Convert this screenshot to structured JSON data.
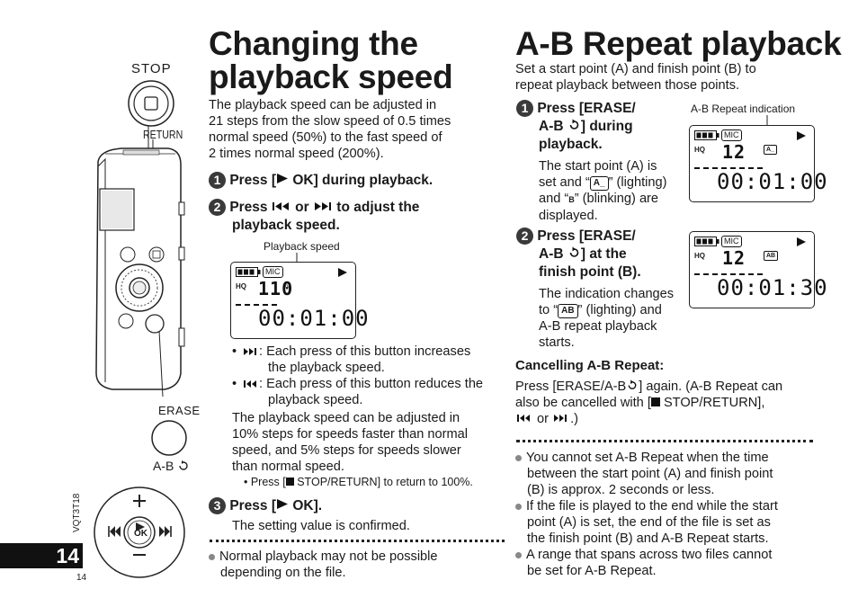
{
  "device": {
    "stop_label": "STOP",
    "return_label": "RETURN",
    "erase_label": "ERASE",
    "ab_label": "A-B",
    "ok_label": "OK",
    "model_code": "VQT3T18"
  },
  "page": {
    "number_box": "14",
    "number_small": "14"
  },
  "left": {
    "title_line1": "Changing the",
    "title_line2": "playback speed",
    "intro_lines": [
      "The playback speed can be adjusted in",
      "21 steps from the slow speed of 0.5 times",
      "normal speed (50%) to the fast speed of",
      "2 times normal speed (200%)."
    ],
    "step1": {
      "num": "1",
      "pre": "Press [",
      "post": " OK] during playback."
    },
    "step2": {
      "num": "2",
      "line1_pre": "Press ",
      "line1_mid": " or ",
      "line1_post": " to adjust the",
      "line2": "playback speed."
    },
    "callout_speed": "Playback speed",
    "display": {
      "mic": "MIC",
      "hq": "HQ",
      "speed": "110",
      "unit": "%",
      "time": "00:01:00"
    },
    "bullets": [
      {
        "text1": ": Each press of this button increases",
        "text2": "the playback speed."
      },
      {
        "text1": ": Each press of this button reduces the",
        "text2": "playback speed."
      }
    ],
    "para_lines": [
      "The playback speed can be adjusted in",
      "10% steps for speeds faster than normal",
      "speed, and 5% steps for speeds slower",
      "than normal speed."
    ],
    "small_note_pre": "• Press [",
    "small_note_post": " STOP/RETURN] to return to 100%.",
    "step3": {
      "num": "3",
      "pre": "Press [",
      "post": " OK].",
      "desc": "The setting value is confirmed."
    },
    "note": {
      "line1": "Normal playback may not be possible",
      "line2": "depending on the file."
    }
  },
  "right": {
    "title": "A-B Repeat playback",
    "intro_lines": [
      "Set a start point (A) and finish point (B) to",
      "repeat playback between those points."
    ],
    "step1": {
      "num": "1",
      "line1": "Press [ERASE/",
      "line2_pre": "A-B ",
      "line2_post": "] during",
      "line3": "playback.",
      "desc_lines": [
        "The start point (A) is",
        "set and “",
        "” (lighting)",
        "and “",
        "” (blinking) are",
        "displayed."
      ]
    },
    "callout_ab": "A-B Repeat indication",
    "display1": {
      "mic": "MIC",
      "hq": "HQ",
      "track": "12",
      "ab": "A_",
      "time": "00:01:00"
    },
    "step2": {
      "num": "2",
      "line1": "Press [ERASE/",
      "line2_pre": "A-B ",
      "line2_post": "] at the",
      "line3": "finish point (B).",
      "desc_lines": [
        "The indication changes",
        "to “",
        "” (lighting) and",
        "A-B repeat playback",
        "starts."
      ]
    },
    "display2": {
      "mic": "MIC",
      "hq": "HQ",
      "track": "12",
      "ab": "AB",
      "time": "00:01:30"
    },
    "cancel_title": "Cancelling A-B Repeat:",
    "cancel_lines": [
      "Press [ERASE/A-B",
      "] again. (A-B Repeat can",
      "also be cancelled with [",
      " STOP/RETURN],",
      " or ",
      ".)"
    ],
    "notes": [
      {
        "lines": [
          "You cannot set A-B Repeat when the time",
          "between the start point (A) and finish point",
          "(B) is approx. 2 seconds or less."
        ]
      },
      {
        "lines": [
          "If the file is played to the end while the start",
          "point (A) is set, the end of the file is set as",
          "the finish point (B) and A-B Repeat starts."
        ]
      },
      {
        "lines": [
          "A range that spans across two files cannot",
          "be set for A-B Repeat."
        ]
      }
    ]
  },
  "colors": {
    "ink": "#1a1a1a",
    "bullet_gray": "#888888",
    "page_box": "#111111"
  }
}
